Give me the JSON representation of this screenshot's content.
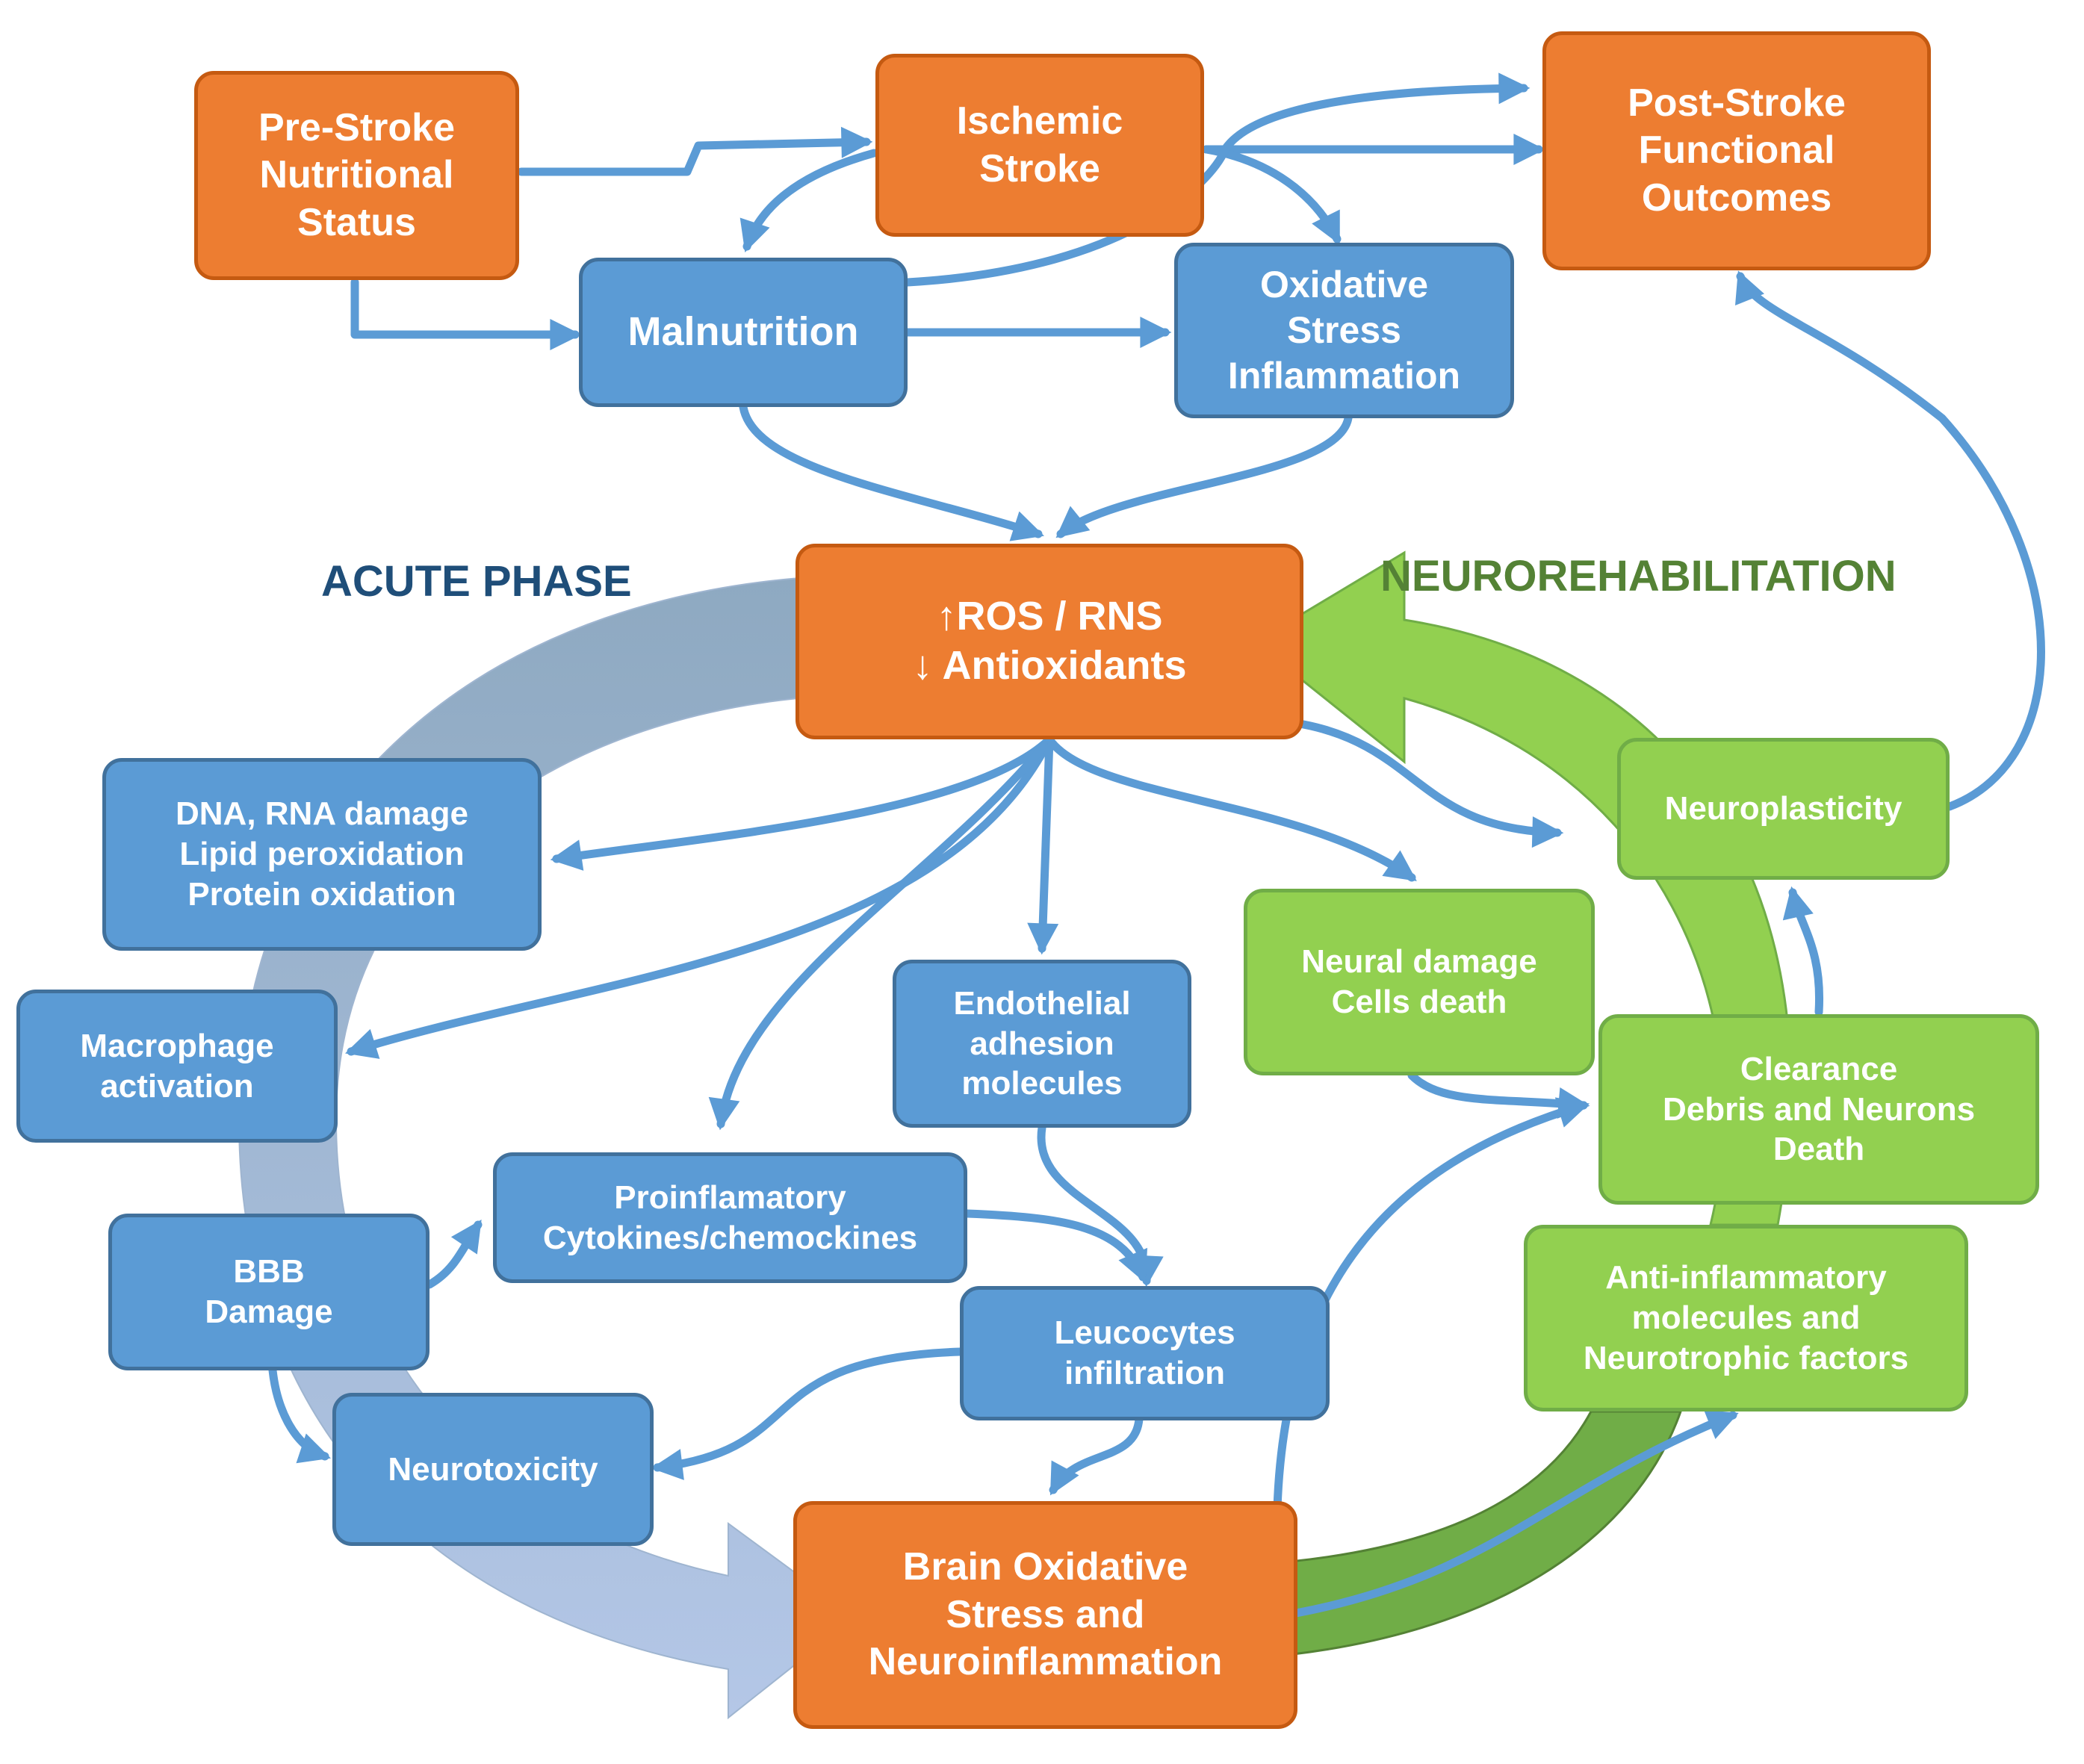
{
  "colors": {
    "orange": "#ED7D31",
    "orange_border": "#C55A11",
    "blue": "#5B9BD5",
    "blue_border": "#41719C",
    "green": "#92D050",
    "green_border": "#70AD47",
    "arrow_blue": "#5B9BD5",
    "acute_label": "#1F4E79",
    "rehab_label": "#548235",
    "acute_arc_top": "#8EA9C1",
    "acute_arc_bottom": "#B4C7E7",
    "rehab_arc_light": "#92D050",
    "rehab_arc_dark": "#70AD47"
  },
  "labels": {
    "acute_phase": "ACUTE PHASE",
    "neurorehabilitation": "NEUROREHABILITATION"
  },
  "nodes": {
    "pre_stroke": [
      "Pre-Stroke",
      "Nutritional",
      "Status"
    ],
    "ischemic_stroke": [
      "Ischemic",
      "Stroke"
    ],
    "post_stroke": [
      "Post-Stroke",
      "Functional",
      "Outcomes"
    ],
    "malnutrition": [
      "Malnutrition"
    ],
    "oxidative_stress": [
      "Oxidative",
      "Stress",
      "Inflammation"
    ],
    "ros": [
      "↑ROS / RNS",
      "↓ Antioxidants"
    ],
    "dna_damage": [
      "DNA, RNA damage",
      "Lipid peroxidation",
      "Protein oxidation"
    ],
    "macrophage": [
      "Macrophage",
      "activation"
    ],
    "endothelial": [
      "Endothelial",
      "adhesion",
      "molecules"
    ],
    "bbb": [
      "BBB",
      "Damage"
    ],
    "proinflammatory": [
      "Proinflamatory",
      "Cytokines/chemockines"
    ],
    "leucocytes": [
      "Leucocytes",
      "infiltration"
    ],
    "neurotoxicity": [
      "Neurotoxicity"
    ],
    "brain_oxidative": [
      "Brain Oxidative",
      "Stress and",
      "Neuroinflammation"
    ],
    "neural_damage": [
      "Neural damage",
      "Cells death"
    ],
    "neuroplasticity": [
      "Neuroplasticity"
    ],
    "clearance": [
      "Clearance",
      "Debris and Neurons",
      "Death"
    ],
    "anti_inflammatory": [
      "Anti-inflammatory",
      "molecules and",
      "Neurotrophic factors"
    ]
  }
}
